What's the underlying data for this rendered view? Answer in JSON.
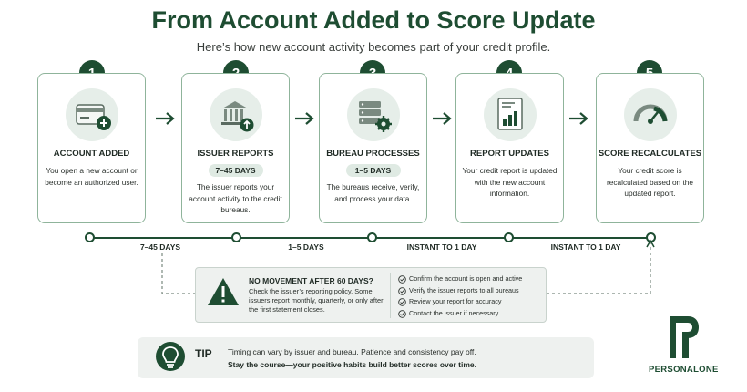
{
  "header": {
    "title": "From Account Added to Score Update",
    "subtitle": "Here’s how new account activity becomes part of your credit profile."
  },
  "steps": [
    {
      "number": "1",
      "title": "ACCOUNT ADDED",
      "icon": "card-plus-icon",
      "pill": "",
      "description": "You open a new account or become an authorized user."
    },
    {
      "number": "2",
      "title": "ISSUER REPORTS",
      "icon": "bank-upload-icon",
      "pill": "7–45 DAYS",
      "description": "The issuer reports your account activity to the credit bureaus."
    },
    {
      "number": "3",
      "title": "BUREAU PROCESSES",
      "icon": "server-gear-icon",
      "pill": "1–5 DAYS",
      "description": "The bureaus receive, verify, and process your data."
    },
    {
      "number": "4",
      "title": "REPORT UPDATES",
      "icon": "report-chart-icon",
      "pill": "",
      "description": "Your credit report is updated with the new account information."
    },
    {
      "number": "5",
      "title": "SCORE RECALCULATES",
      "icon": "gauge-icon",
      "pill": "",
      "description": "Your credit score is recalculated based on the updated report."
    }
  ],
  "timeline": {
    "labels": [
      "7–45 DAYS",
      "1–5 DAYS",
      "INSTANT TO 1 DAY",
      "INSTANT TO 1 DAY"
    ]
  },
  "warning": {
    "title": "NO MOVEMENT AFTER 60 DAYS?",
    "text": "Check the issuer’s reporting policy. Some issuers report monthly, quarterly, or only after the first statement closes.",
    "checklist": [
      "Confirm the account is open and active",
      "Verify the issuer reports to all bureaus",
      "Review your report for accuracy",
      "Contact the issuer if necessary"
    ]
  },
  "tip": {
    "label": "TIP",
    "line1": "Timing can vary by issuer and bureau. Patience and consistency pay off.",
    "line2": "Stay the course—your positive habits build better scores over time."
  },
  "brand": {
    "name": "PERSONALONE"
  },
  "colors": {
    "primary": "#1e4d32",
    "accent_light": "#e6eee9",
    "panel": "#eef1ef",
    "card_border": "#8fb49b"
  }
}
